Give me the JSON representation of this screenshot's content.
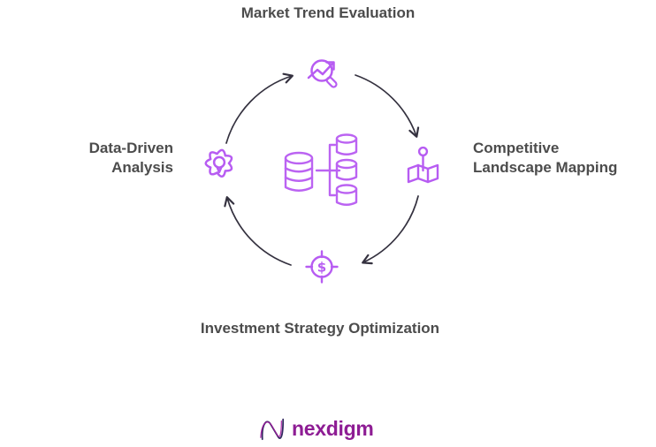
{
  "diagram": {
    "type": "cycle",
    "flow": "clockwise",
    "nodes": [
      {
        "position": "top",
        "label": "Market Trend Evaluation",
        "icon": "trend-search-icon"
      },
      {
        "position": "right",
        "label": "Competitive Landscape Mapping",
        "icon": "map-pin-icon"
      },
      {
        "position": "bottom",
        "label": "Investment Strategy Optimization",
        "icon": "dollar-target-icon"
      },
      {
        "position": "left",
        "label": "Data-Driven Analysis",
        "icon": "gear-bulb-icon"
      }
    ],
    "center_icon": "database-hub-icon",
    "dollar_symbol": "$",
    "colors": {
      "accent_purple": "#b75cf2",
      "arrow_dark": "#34313f",
      "label_text": "#4c4c4c",
      "logo_purple": "#8e1d94",
      "logo_dark": "#332960"
    }
  },
  "branding": {
    "wordmark": "nexdigm"
  }
}
